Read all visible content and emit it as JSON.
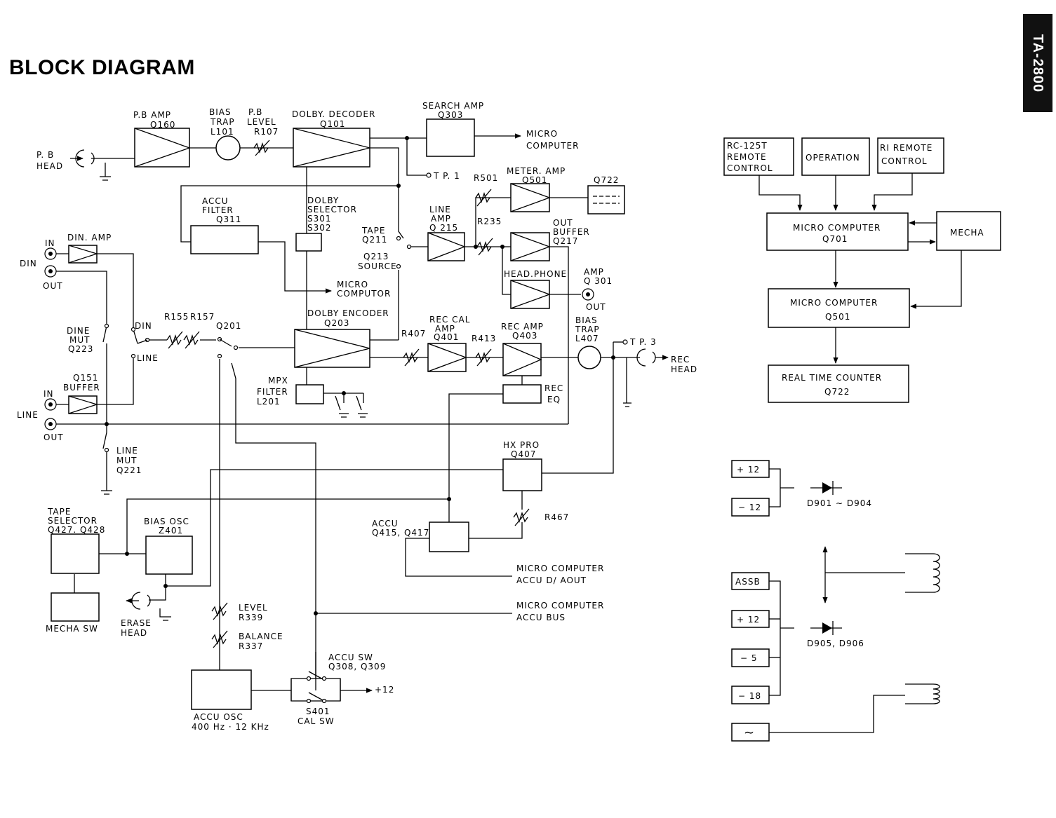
{
  "header": {
    "title": "BLOCK DIAGRAM",
    "model": "TA-2800"
  },
  "labels": {
    "pb_amp": "P.B AMP",
    "q160": "Q160",
    "bias_trap": "BIAS",
    "bias_trap2": "TRAP",
    "l101": "L101",
    "pb_level": "P.B",
    "pb_level2": "LEVEL",
    "r107": "R107",
    "dolby_decoder": "DOLBY. DECODER",
    "q101": "Q101",
    "search_amp": "SEARCH AMP",
    "q303": "Q303",
    "micro_computer_top_1": "MICRO",
    "micro_computer_top_2": "COMPUTER",
    "tp1": "T P. 1",
    "pb_head_1": "P. B",
    "pb_head_2": "HEAD",
    "accu_filter_1": "ACCU",
    "accu_filter_2": "FILTER",
    "q311": "Q311",
    "dolby_selector_1": "DOLBY",
    "dolby_selector_2": "SELECTOR",
    "s301": "S301",
    "s302": "S302",
    "r501": "R501",
    "meter_amp": "METER. AMP",
    "q501_meter": "Q501",
    "q722_display": "Q722",
    "line_amp_1": "LINE",
    "line_amp_2": "AMP",
    "q215": "Q 215",
    "r235": "R235",
    "tape_1": "TAPE",
    "q211": "Q211",
    "q213": "Q213",
    "source": "SOURCE",
    "out_1": "OUT",
    "buffer": "BUFFER",
    "q217": "Q217",
    "headphone": "HEAD.PHONE",
    "amp_hp": "AMP",
    "q301": "Q 301",
    "out_hp": "OUT",
    "micro_computor_1": "MICRO",
    "micro_computor_2": "COMPUTOR",
    "din_in": "IN",
    "din_amp": "DIN. AMP",
    "din": "DIN",
    "din_out": "OUT",
    "dine_1": "DINE",
    "dine_2": "MUT",
    "q223": "Q223",
    "din_sw": "DIN",
    "line_sw": "LINE",
    "r155": "R155",
    "r157": "R157",
    "q201": "Q201",
    "dolby_encoder": "DOLBY ENCODER",
    "q203": "Q203",
    "r407": "R407",
    "rec_cal_1": "REC CAL",
    "rec_cal_2": "AMP",
    "q401": "Q401",
    "r413": "R413",
    "rec_amp": "REC AMP",
    "q403": "Q403",
    "bias_trap_rec_1": "BIAS",
    "bias_trap_rec_2": "TRAP",
    "l407": "L407",
    "tp3": "T P. 3",
    "rec_head_1": "REC",
    "rec_head_2": "HEAD",
    "q151": "Q151",
    "buffer_line": "BUFFER",
    "line_in": "IN",
    "line": "LINE",
    "line_out": "OUT",
    "mpx_1": "MPX",
    "mpx_2": "FILTER",
    "l201": "L201",
    "rec_eq_1": "REC",
    "rec_eq_2": "EQ",
    "line_mut_1": "LINE",
    "line_mut_2": "MUT",
    "q221": "Q221",
    "hx_pro": "HX PRO",
    "q407": "Q407",
    "tape_selector_1": "TAPE",
    "tape_selector_2": "SELECTOR",
    "q427": "Q427. Q428",
    "bias_osc": "BIAS OSC",
    "z401": "Z401",
    "accu_1": "ACCU",
    "q415": "Q415, Q417",
    "r467": "R467",
    "mc_accu_da_1": "MICRO COMPUTER",
    "mc_accu_da_2": "ACCU D/ AOUT",
    "mc_accu_bus_1": "MICRO COMPUTER",
    "mc_accu_bus_2": "ACCU BUS",
    "mecha_sw": "MECHA SW",
    "erase_1": "ERASE",
    "erase_2": "HEAD",
    "level": "LEVEL",
    "r339": "R339",
    "balance": "BALANCE",
    "r337": "R337",
    "accu_sw": "ACCU SW",
    "q308": "Q308, Q309",
    "plus12": "+12",
    "s401": "S401",
    "cal_sw": "CAL SW",
    "accu_osc_1": "ACCU OSC",
    "accu_osc_2": "400 Hz · 12 KHz"
  },
  "control": {
    "rc125t_1": "RC-125T",
    "rc125t_2": "REMOTE",
    "rc125t_3": "CONTROL",
    "operation": "OPERATION",
    "ri_1": "RI REMOTE",
    "ri_2": "CONTROL",
    "mc_q701_1": "MICRO COMPUTER",
    "mc_q701_2": "Q701",
    "mecha": "MECHA",
    "mc_q501_1": "MICRO COMPUTER",
    "mc_q501_2": "Q501",
    "rtc_1": "REAL TIME COUNTER",
    "rtc_2": "Q722"
  },
  "power": {
    "p12_a": "+ 12",
    "m12_a": "− 12",
    "d901": "D901 ∼ D904",
    "assb": "ASSB",
    "p12_b": "+ 12",
    "m5": "− 5",
    "m18": "− 18",
    "ac": "∼",
    "d905": "D905, D906"
  }
}
